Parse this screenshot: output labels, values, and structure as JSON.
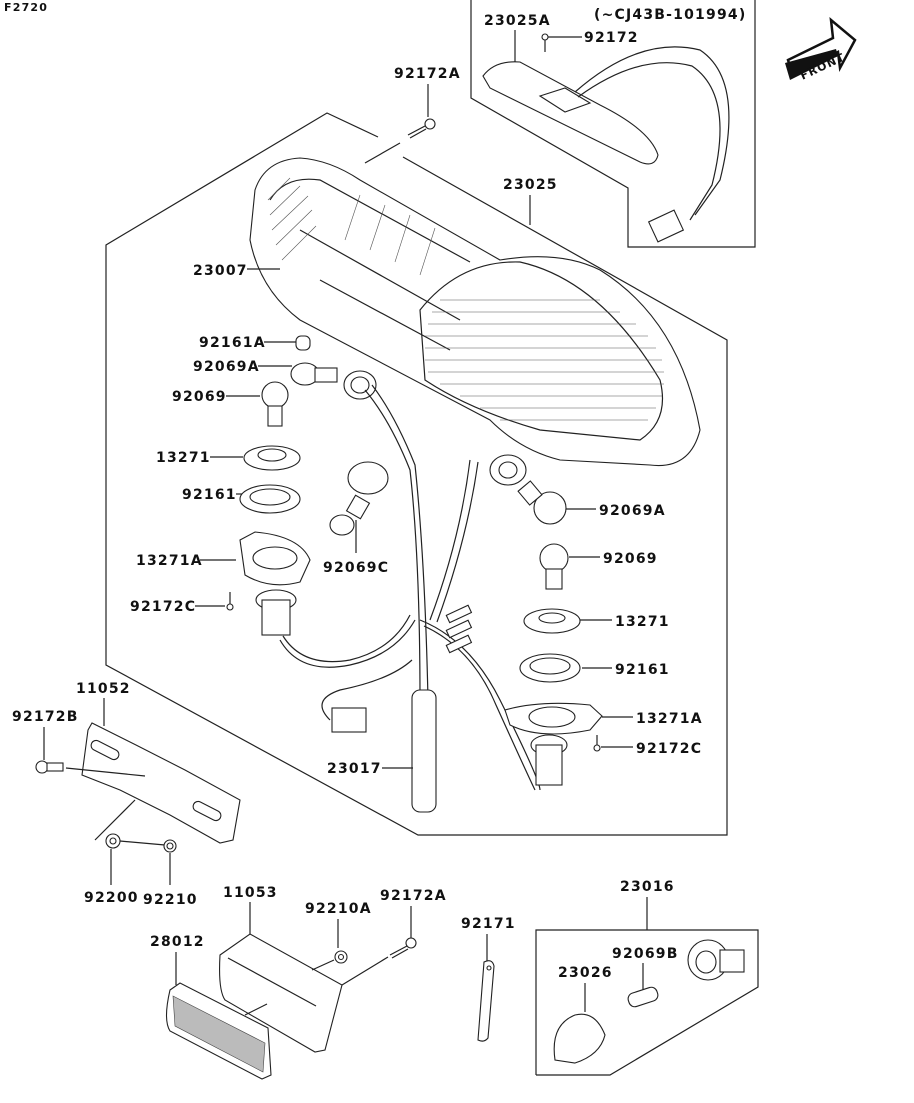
{
  "diagram": {
    "code": "F2720",
    "front_label": "FRONT",
    "inset_note": "(~CJ43B-101994)",
    "labels": {
      "p23025A": "23025A",
      "p92172_top": "92172",
      "p92172A_top": "92172A",
      "p23025": "23025",
      "p23007": "23007",
      "p92161A": "92161A",
      "p92069A_left": "92069A",
      "p92069_left": "92069",
      "p13271_left": "13271",
      "p92161_left": "92161",
      "p13271A_left": "13271A",
      "p92172C_left": "92172C",
      "p92069C": "92069C",
      "p92069A_right": "92069A",
      "p92069_right": "92069",
      "p13271_right": "13271",
      "p92161_right": "92161",
      "p13271A_right": "13271A",
      "p92172C_right": "92172C",
      "p23017": "23017",
      "p11052": "11052",
      "p92172B": "92172B",
      "p92200": "92200",
      "p92210": "92210",
      "p11053": "11053",
      "p92210A": "92210A",
      "p92172A_bottom": "92172A",
      "p28012": "28012",
      "p92171": "92171",
      "p23016": "23016",
      "p92069B": "92069B",
      "p23026": "23026"
    }
  }
}
